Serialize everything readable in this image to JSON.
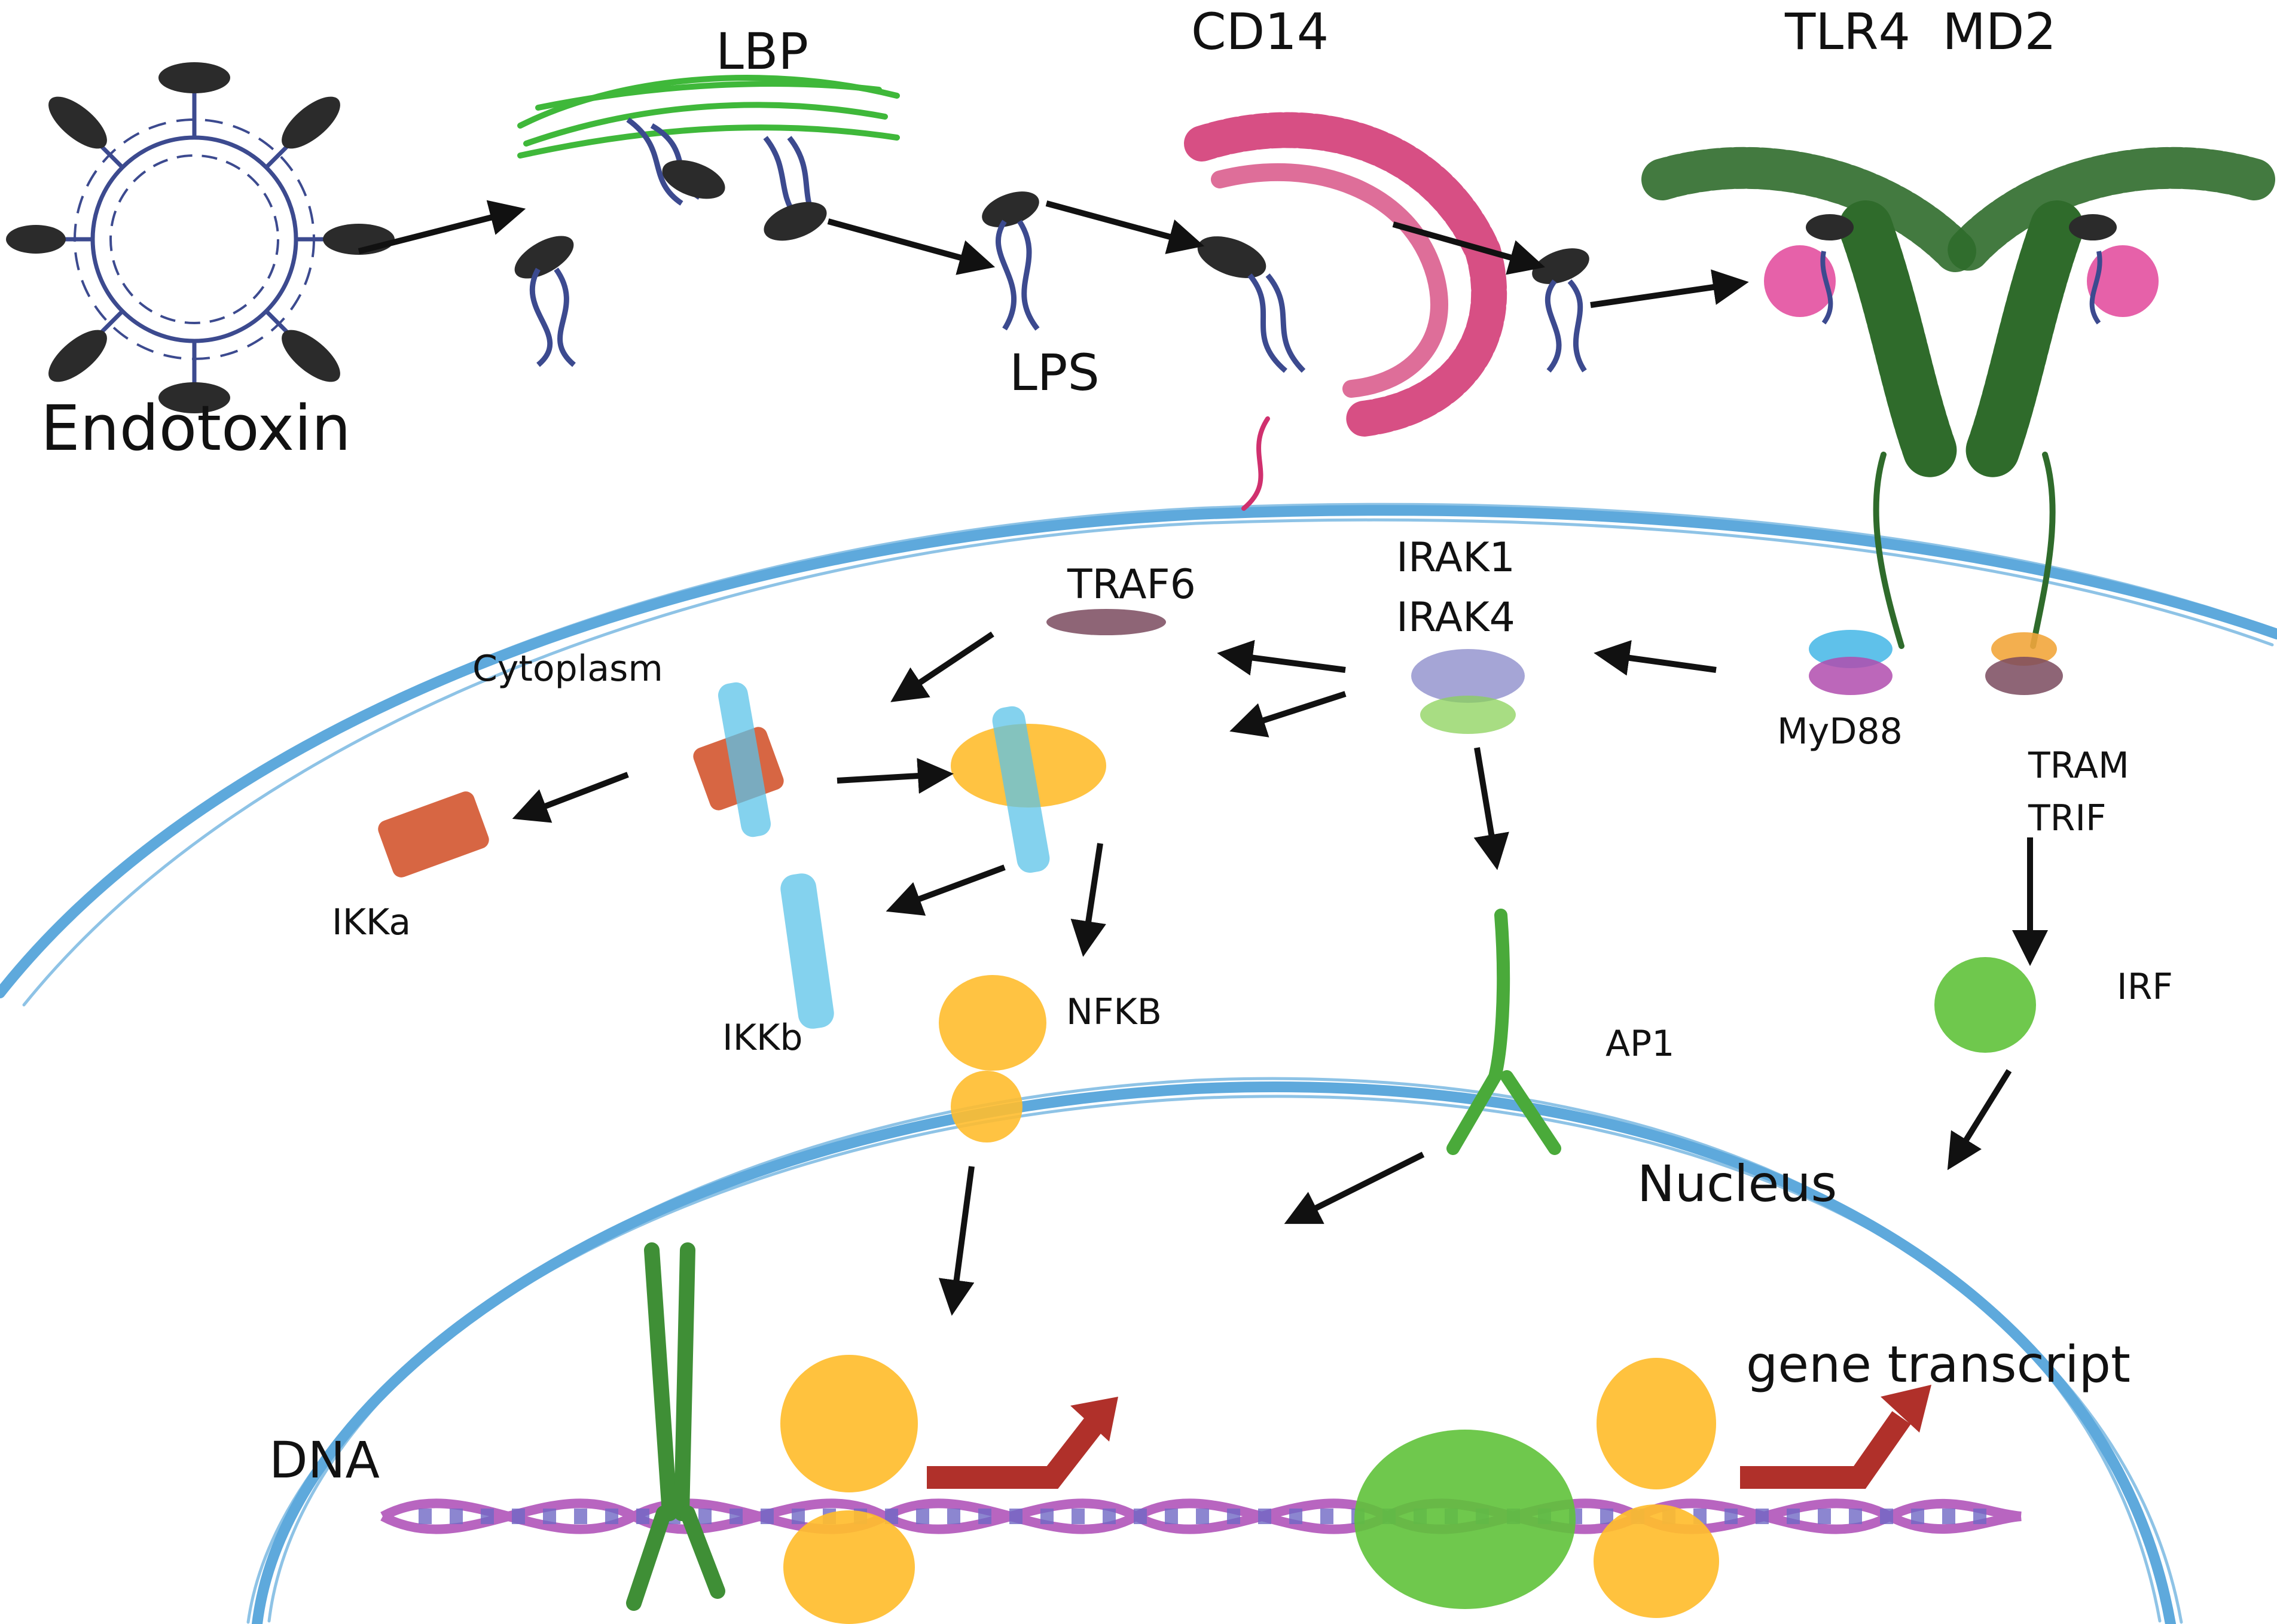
{
  "labels": {
    "endotoxin": "Endotoxin",
    "lbp": "LBP",
    "lps": "LPS",
    "cd14": "CD14",
    "tlr4_md2": "TLR4  MD2",
    "traf6": "TRAF6",
    "irak1": "IRAK1",
    "irak4": "IRAK4",
    "cytoplasm": "Cytoplasm",
    "myd88": "MyD88",
    "tram": "TRAM",
    "trif": "TRIF",
    "ikka": "IKKa",
    "ikkb": "IKKb",
    "nfkb": "NFKB",
    "ap1": "AP1",
    "irf": "IRF",
    "nucleus": "Nucleus",
    "dna": "DNA",
    "gene_transcript": "gene transcript"
  },
  "colors": {
    "lipid_a": "#2b2b2b",
    "lps_chain": "#3c4a8f",
    "lbp": "#3fb83a",
    "cd14": "#d0306e",
    "tlr4": "#2f6b2b",
    "md2": "#e2459a",
    "membrane": "#5ea9dc",
    "traf6": "#7a4a5e",
    "irak": "#7f7fc4",
    "myd88_top": "#43b6e6",
    "myd88_bottom": "#b04cae",
    "tram": "#f2a63c",
    "trif": "#7a4a5e",
    "ikka": "#d04b22",
    "ikkb": "#5bc3e8",
    "nfkb": "#ffbd2e",
    "ap1": "#4aaa3a",
    "irf": "#5fc23a",
    "dna_backbone": "#b865c0",
    "dna_base": "#6f68c4",
    "transcript_arrow": "#b0302a",
    "arrow": "#111111"
  }
}
